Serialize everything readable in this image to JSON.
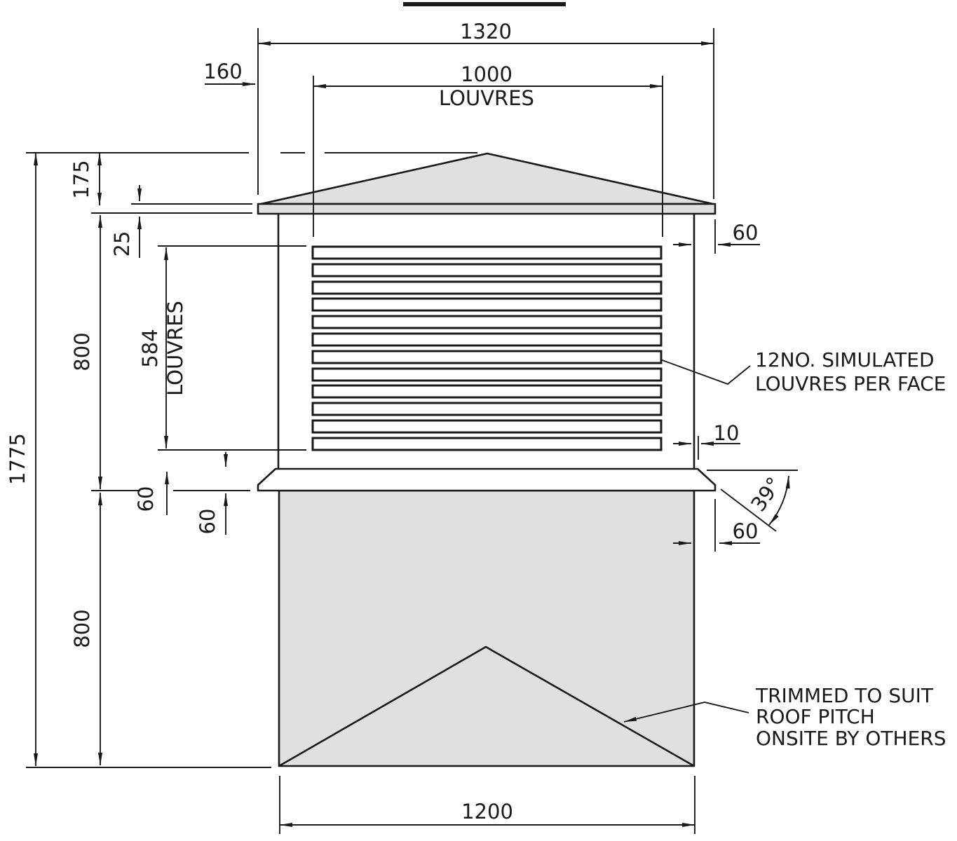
{
  "drawing": {
    "colors": {
      "line": "#1a1a1a",
      "fill_light": "#e0e0e0",
      "background": "#ffffff"
    },
    "louvre_count": 12,
    "dims": {
      "overall_width": "1320",
      "side_offset": "160",
      "louvre_width": "1000",
      "louvre_width_label": "LOUVRES",
      "roof_rise": "175",
      "cap_thickness": "25",
      "upper_height": "800",
      "louvre_stack": "584",
      "louvre_stack_label": "LOUVRES",
      "total_height": "1775",
      "cap_overhang": "60",
      "louvre_gap": "60",
      "skirt_thickness": "60",
      "louvre_inset": "10",
      "skirt_angle": "39°",
      "skirt_overhang": "60",
      "lower_height": "800",
      "base_width": "1200"
    },
    "notes": {
      "louvres": [
        "12NO. SIMULATED",
        "LOUVRES PER FACE"
      ],
      "trim": [
        "TRIMMED TO SUIT",
        "ROOF PITCH",
        "ONSITE BY OTHERS"
      ]
    }
  }
}
